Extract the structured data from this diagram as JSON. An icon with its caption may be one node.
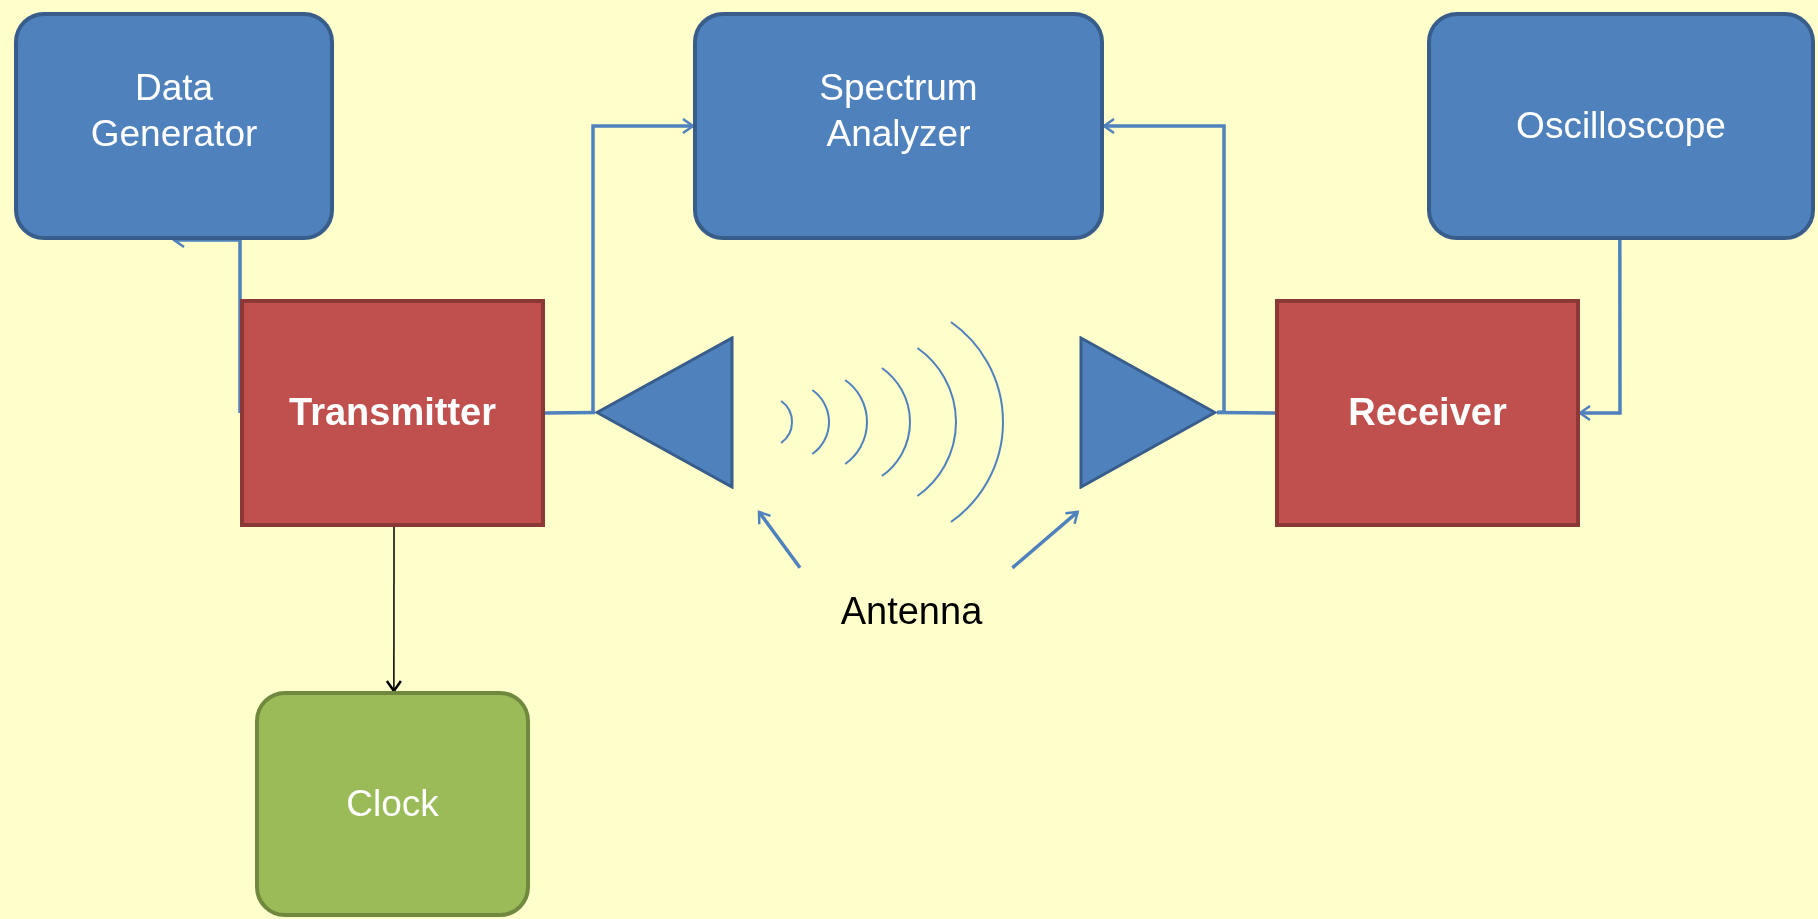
{
  "diagram": {
    "nodes": [
      {
        "text": [
          "Data Generator"
        ]
      },
      {
        "text": [
          "Spectrum Analyzer"
        ]
      },
      {
        "text": [
          "Oscilloscope"
        ]
      },
      {
        "text": [
          "Transmitter"
        ]
      },
      {
        "text": [],
        "shape": "triangle"
      },
      {
        "text": [],
        "shape": "triangle"
      },
      {
        "text": [
          "Receiver"
        ]
      },
      {
        "text": [
          "Antenna"
        ]
      },
      {
        "text": [
          "Clock"
        ]
      }
    ],
    "edges": [
      {
        "from": 3,
        "to": 0,
        "arrow": "to"
      },
      {
        "from": 3,
        "to": 4,
        "arrow": "none"
      },
      {
        "from": 4,
        "to": 1,
        "arrow": "to"
      },
      {
        "from": 5,
        "to": 1,
        "arrow": "to"
      },
      {
        "from": 6,
        "to": 5,
        "arrow": "none"
      },
      {
        "from": 2,
        "to": 6,
        "arrow": "to"
      },
      {
        "from": 3,
        "to": 8,
        "arrow": "to",
        "color": "#000000"
      },
      {
        "from": 7,
        "to": 4,
        "arrow": "to"
      },
      {
        "from": 7,
        "to": 5,
        "arrow": "to"
      }
    ]
  }
}
